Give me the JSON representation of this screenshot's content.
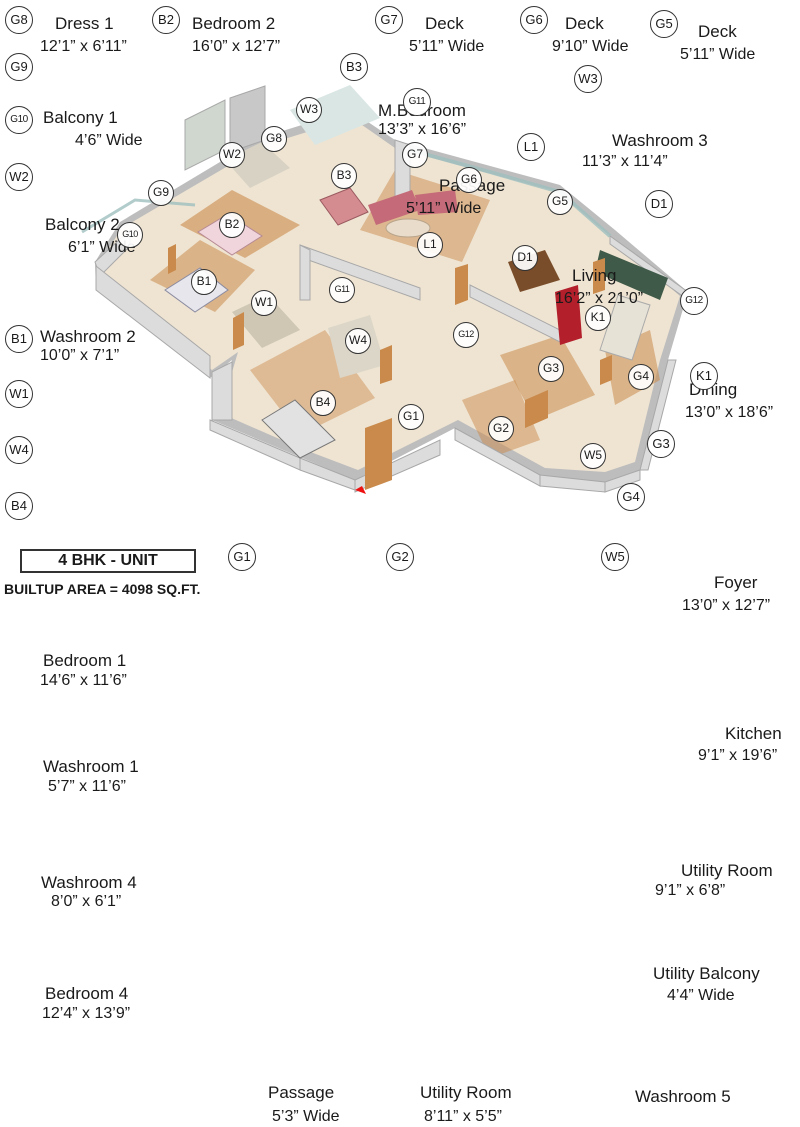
{
  "unit": {
    "type": "4 BHK - UNIT",
    "builtup_area": "BUILTUP AREA = 4098 SQ.FT."
  },
  "legend": [
    {
      "code": "G8",
      "name": "Dress 1",
      "dim": "12’1” x 6’11”"
    },
    {
      "code": "B2",
      "name": "Bedroom 2",
      "dim": "16’0” x 12’7”"
    },
    {
      "code": "G7",
      "name": "Deck",
      "dim": "5’11” Wide"
    },
    {
      "code": "G6",
      "name": "Deck",
      "dim": "9’10” Wide"
    },
    {
      "code": "G5",
      "name": "Deck",
      "dim": "5’11” Wide"
    },
    {
      "code": "G9",
      "name": "Balcony 1",
      "dim": "4’6” Wide"
    },
    {
      "code": "B3",
      "name": "M.Bedroom",
      "dim": "13’3” x 16’6”"
    },
    {
      "code": "W3",
      "name": "Washroom 3",
      "dim": "11’3” x 11’4”"
    },
    {
      "code": "G11",
      "name": "Passage",
      "dim": "5’11” Wide"
    },
    {
      "code": "G10",
      "name": "Balcony 2",
      "dim": "6’1” Wide"
    },
    {
      "code": "L1",
      "name": "Living",
      "dim": "16’2” x 21’0”"
    },
    {
      "code": "W2",
      "name": "Washroom 2",
      "dim": "10’0” x 7’1”"
    },
    {
      "code": "D1",
      "name": "Dining",
      "dim": "13’0” x 18’6”"
    },
    {
      "code": "G12",
      "name": "Foyer",
      "dim": "13’0” x 12’7”"
    },
    {
      "code": "B1",
      "name": "Bedroom 1",
      "dim": "14’6” x 11’6”"
    },
    {
      "code": "K1",
      "name": "Kitchen",
      "dim": "9’1” x 19’6”"
    },
    {
      "code": "W1",
      "name": "Washroom 1",
      "dim": "5’7” x 11’6”"
    },
    {
      "code": "G3",
      "name": "Utility Room",
      "dim": "9’1” x 6’8”"
    },
    {
      "code": "W4",
      "name": "Washroom 4",
      "dim": "8’0” x 6’1”"
    },
    {
      "code": "G4",
      "name": "Utility Balcony",
      "dim": "4’4” Wide"
    },
    {
      "code": "B4",
      "name": "Bedroom 4",
      "dim": "12’4” x 13’9”"
    },
    {
      "code": "G1",
      "name": "Passage",
      "dim": "5’3” Wide"
    },
    {
      "code": "G2",
      "name": "Utility Room",
      "dim": "8’11” x 5’5”"
    },
    {
      "code": "W5",
      "name": "Washroom 5",
      "dim": ""
    }
  ],
  "markers": [
    "W3",
    "G8",
    "W2",
    "B3",
    "G7",
    "G6",
    "G9",
    "G5",
    "G10",
    "B2",
    "L1",
    "D1",
    "B1",
    "W1",
    "G11",
    "K1",
    "G12",
    "W4",
    "G3",
    "G4",
    "B4",
    "G1",
    "G2",
    "W5"
  ],
  "colors": {
    "floor": "#efe4d2",
    "wood": "#c98a4b",
    "wall": "#d9d9d9",
    "wall_edge": "#a8a8a8",
    "sofa": "#c46a78",
    "kitchen": "#3f5a48",
    "fridge": "#b3202b",
    "glass": "#9fbfbf"
  }
}
